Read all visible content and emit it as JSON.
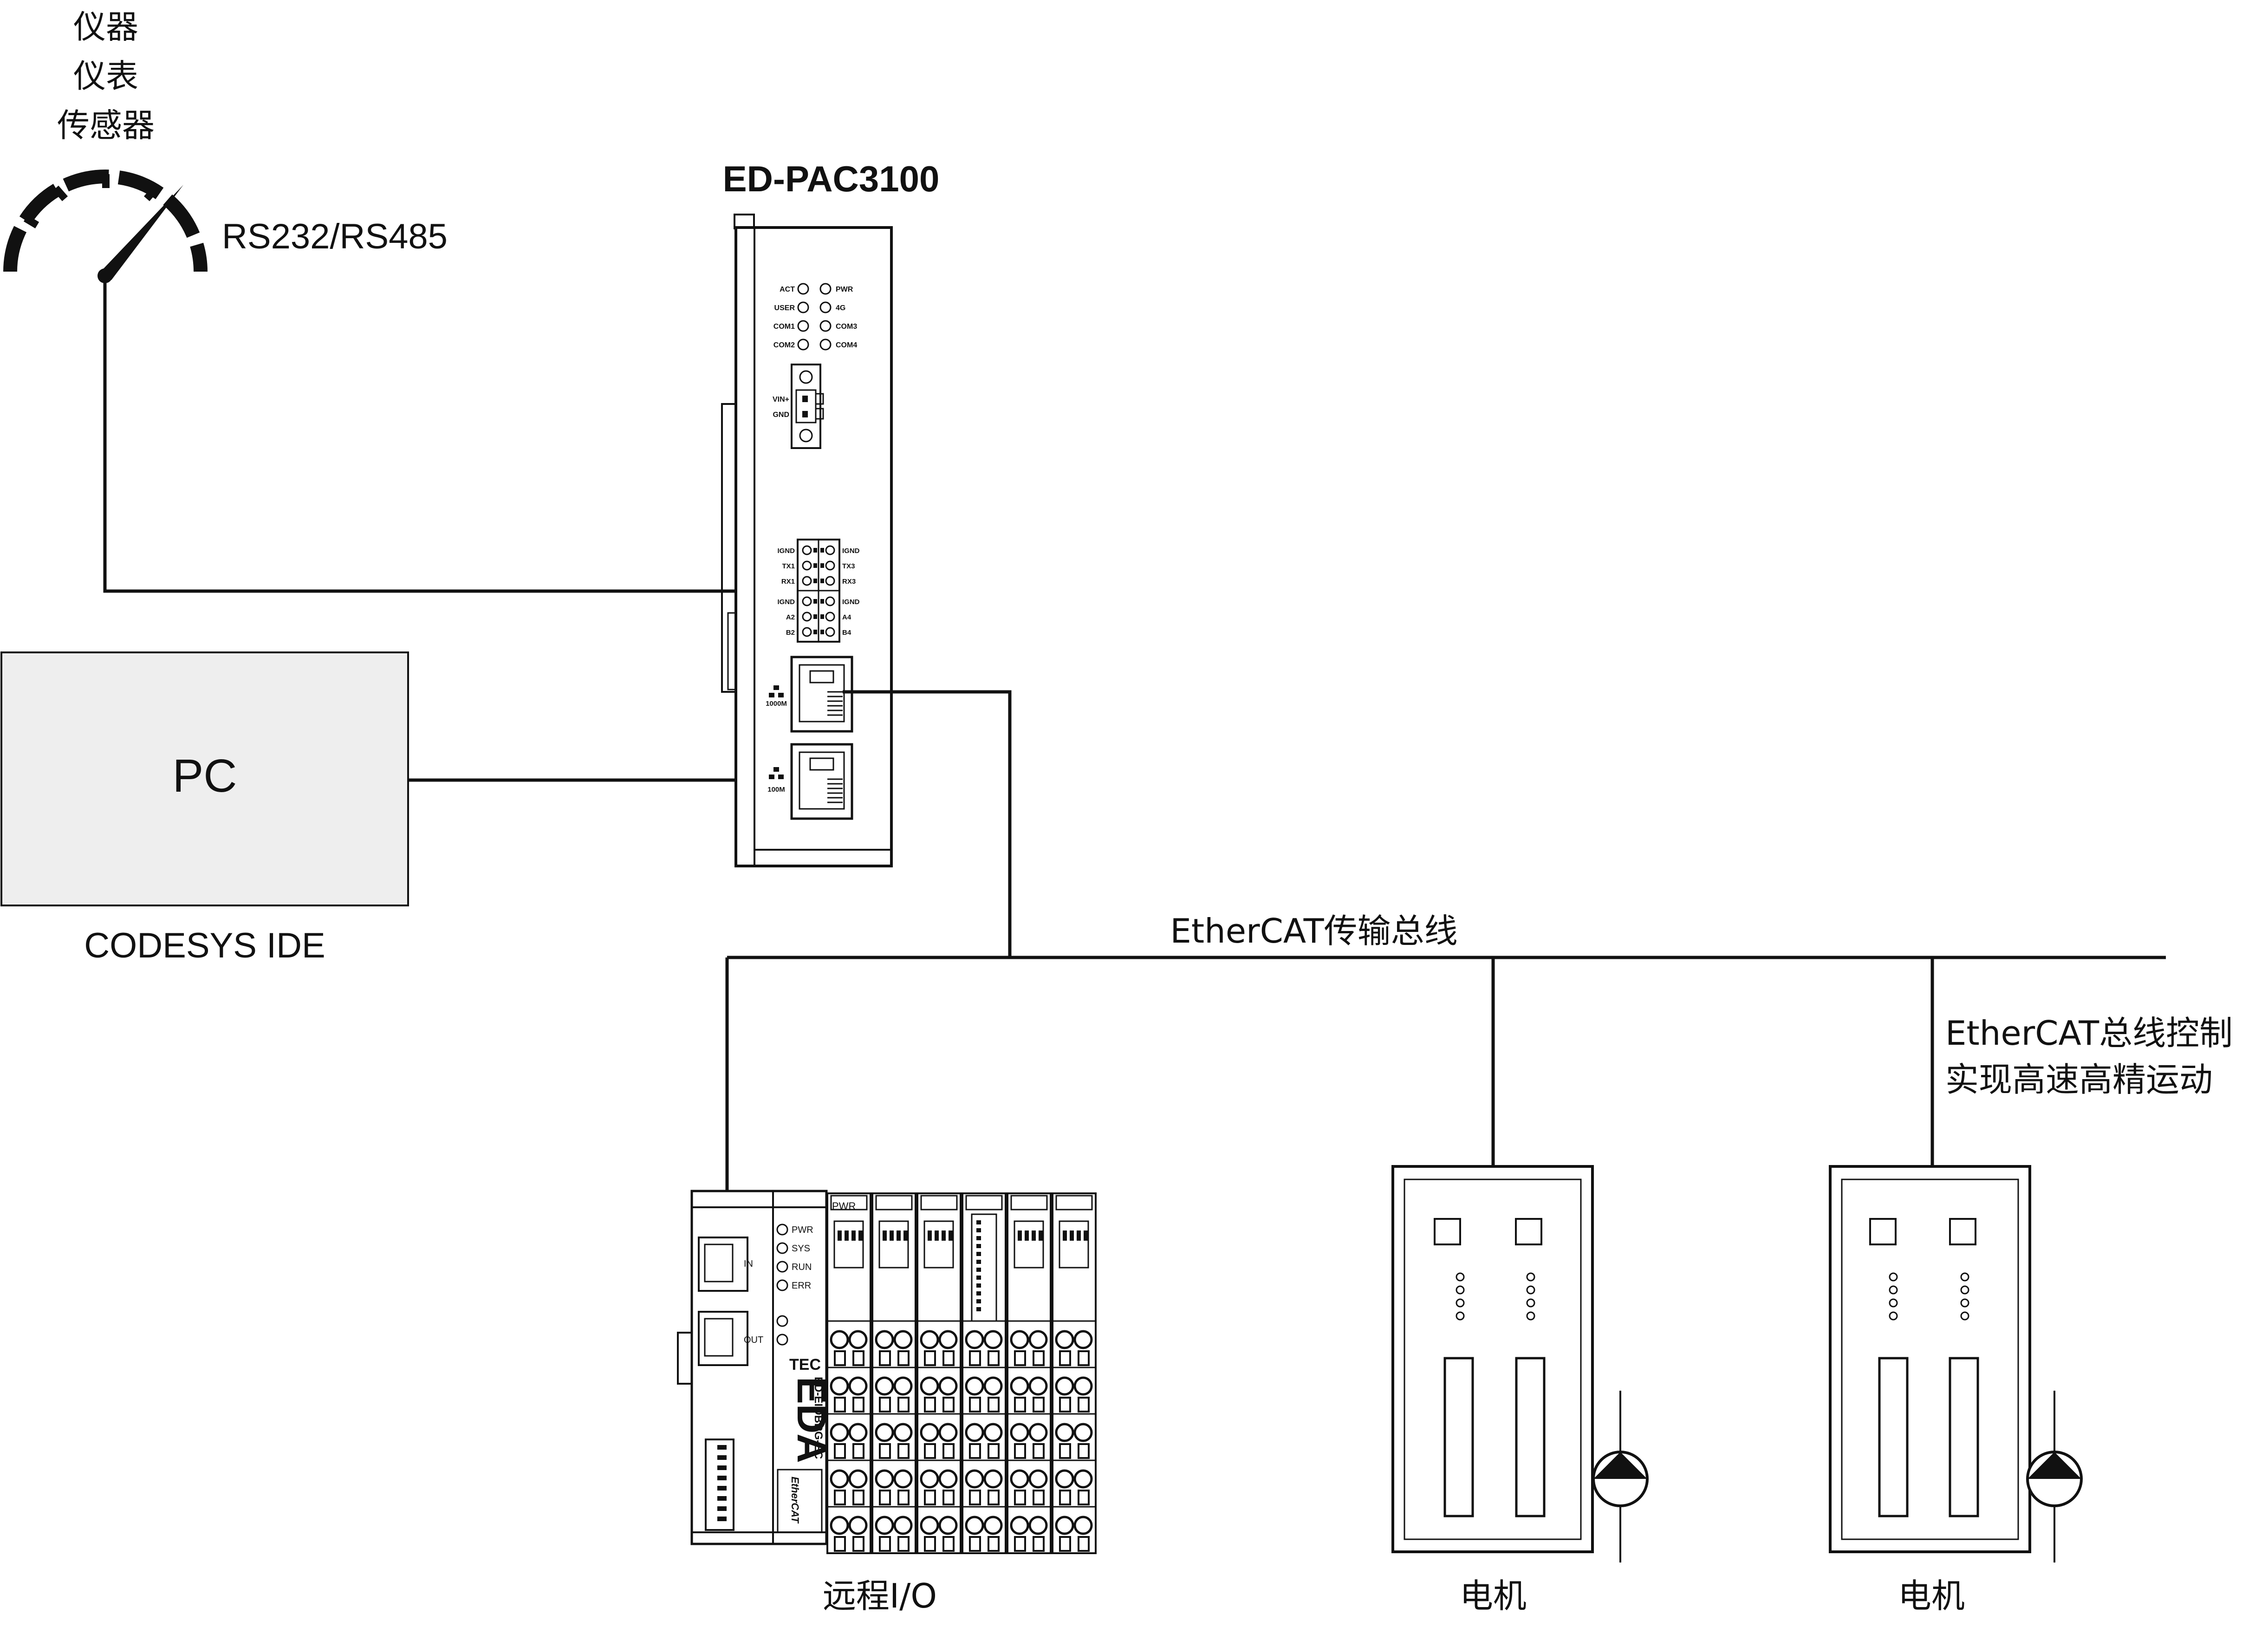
{
  "sensor": {
    "label_lines": [
      "仪器",
      "仪表",
      "传感器"
    ],
    "link_label": "RS232/RS485"
  },
  "controller": {
    "title": "ED-PAC3100",
    "leds_left": [
      "ACT",
      "USER",
      "COM1",
      "COM2"
    ],
    "leds_right": [
      "PWR",
      "4G",
      "COM3",
      "COM4"
    ],
    "power_pins": [
      "VIN+",
      "GND"
    ],
    "serial_left": [
      "IGND",
      "TX1",
      "RX1",
      "IGND",
      "A2",
      "B2"
    ],
    "serial_right": [
      "IGND",
      "TX3",
      "RX3",
      "IGND",
      "A4",
      "B4"
    ],
    "eth_top_label": "1000M",
    "eth_bottom_label": "100M"
  },
  "pc": {
    "label": "PC",
    "caption": "CODESYS IDE"
  },
  "bus": {
    "label": "EtherCAT传输总线",
    "note_lines": [
      "EtherCAT总线控制",
      "实现高速高精运动"
    ]
  },
  "remote_io": {
    "caption": "远程I/O",
    "leds": [
      "PWR",
      "SYS",
      "RUN",
      "ERR"
    ],
    "port_in": "IN",
    "port_out": "OUT",
    "model": "ED-EIOBRG-EC",
    "brand": "EDA",
    "brand_small": "TEC",
    "ethercat_mark": "EtherCAT",
    "module_pwr": "PWR"
  },
  "motors": [
    {
      "caption": "电机"
    },
    {
      "caption": "电机"
    }
  ]
}
